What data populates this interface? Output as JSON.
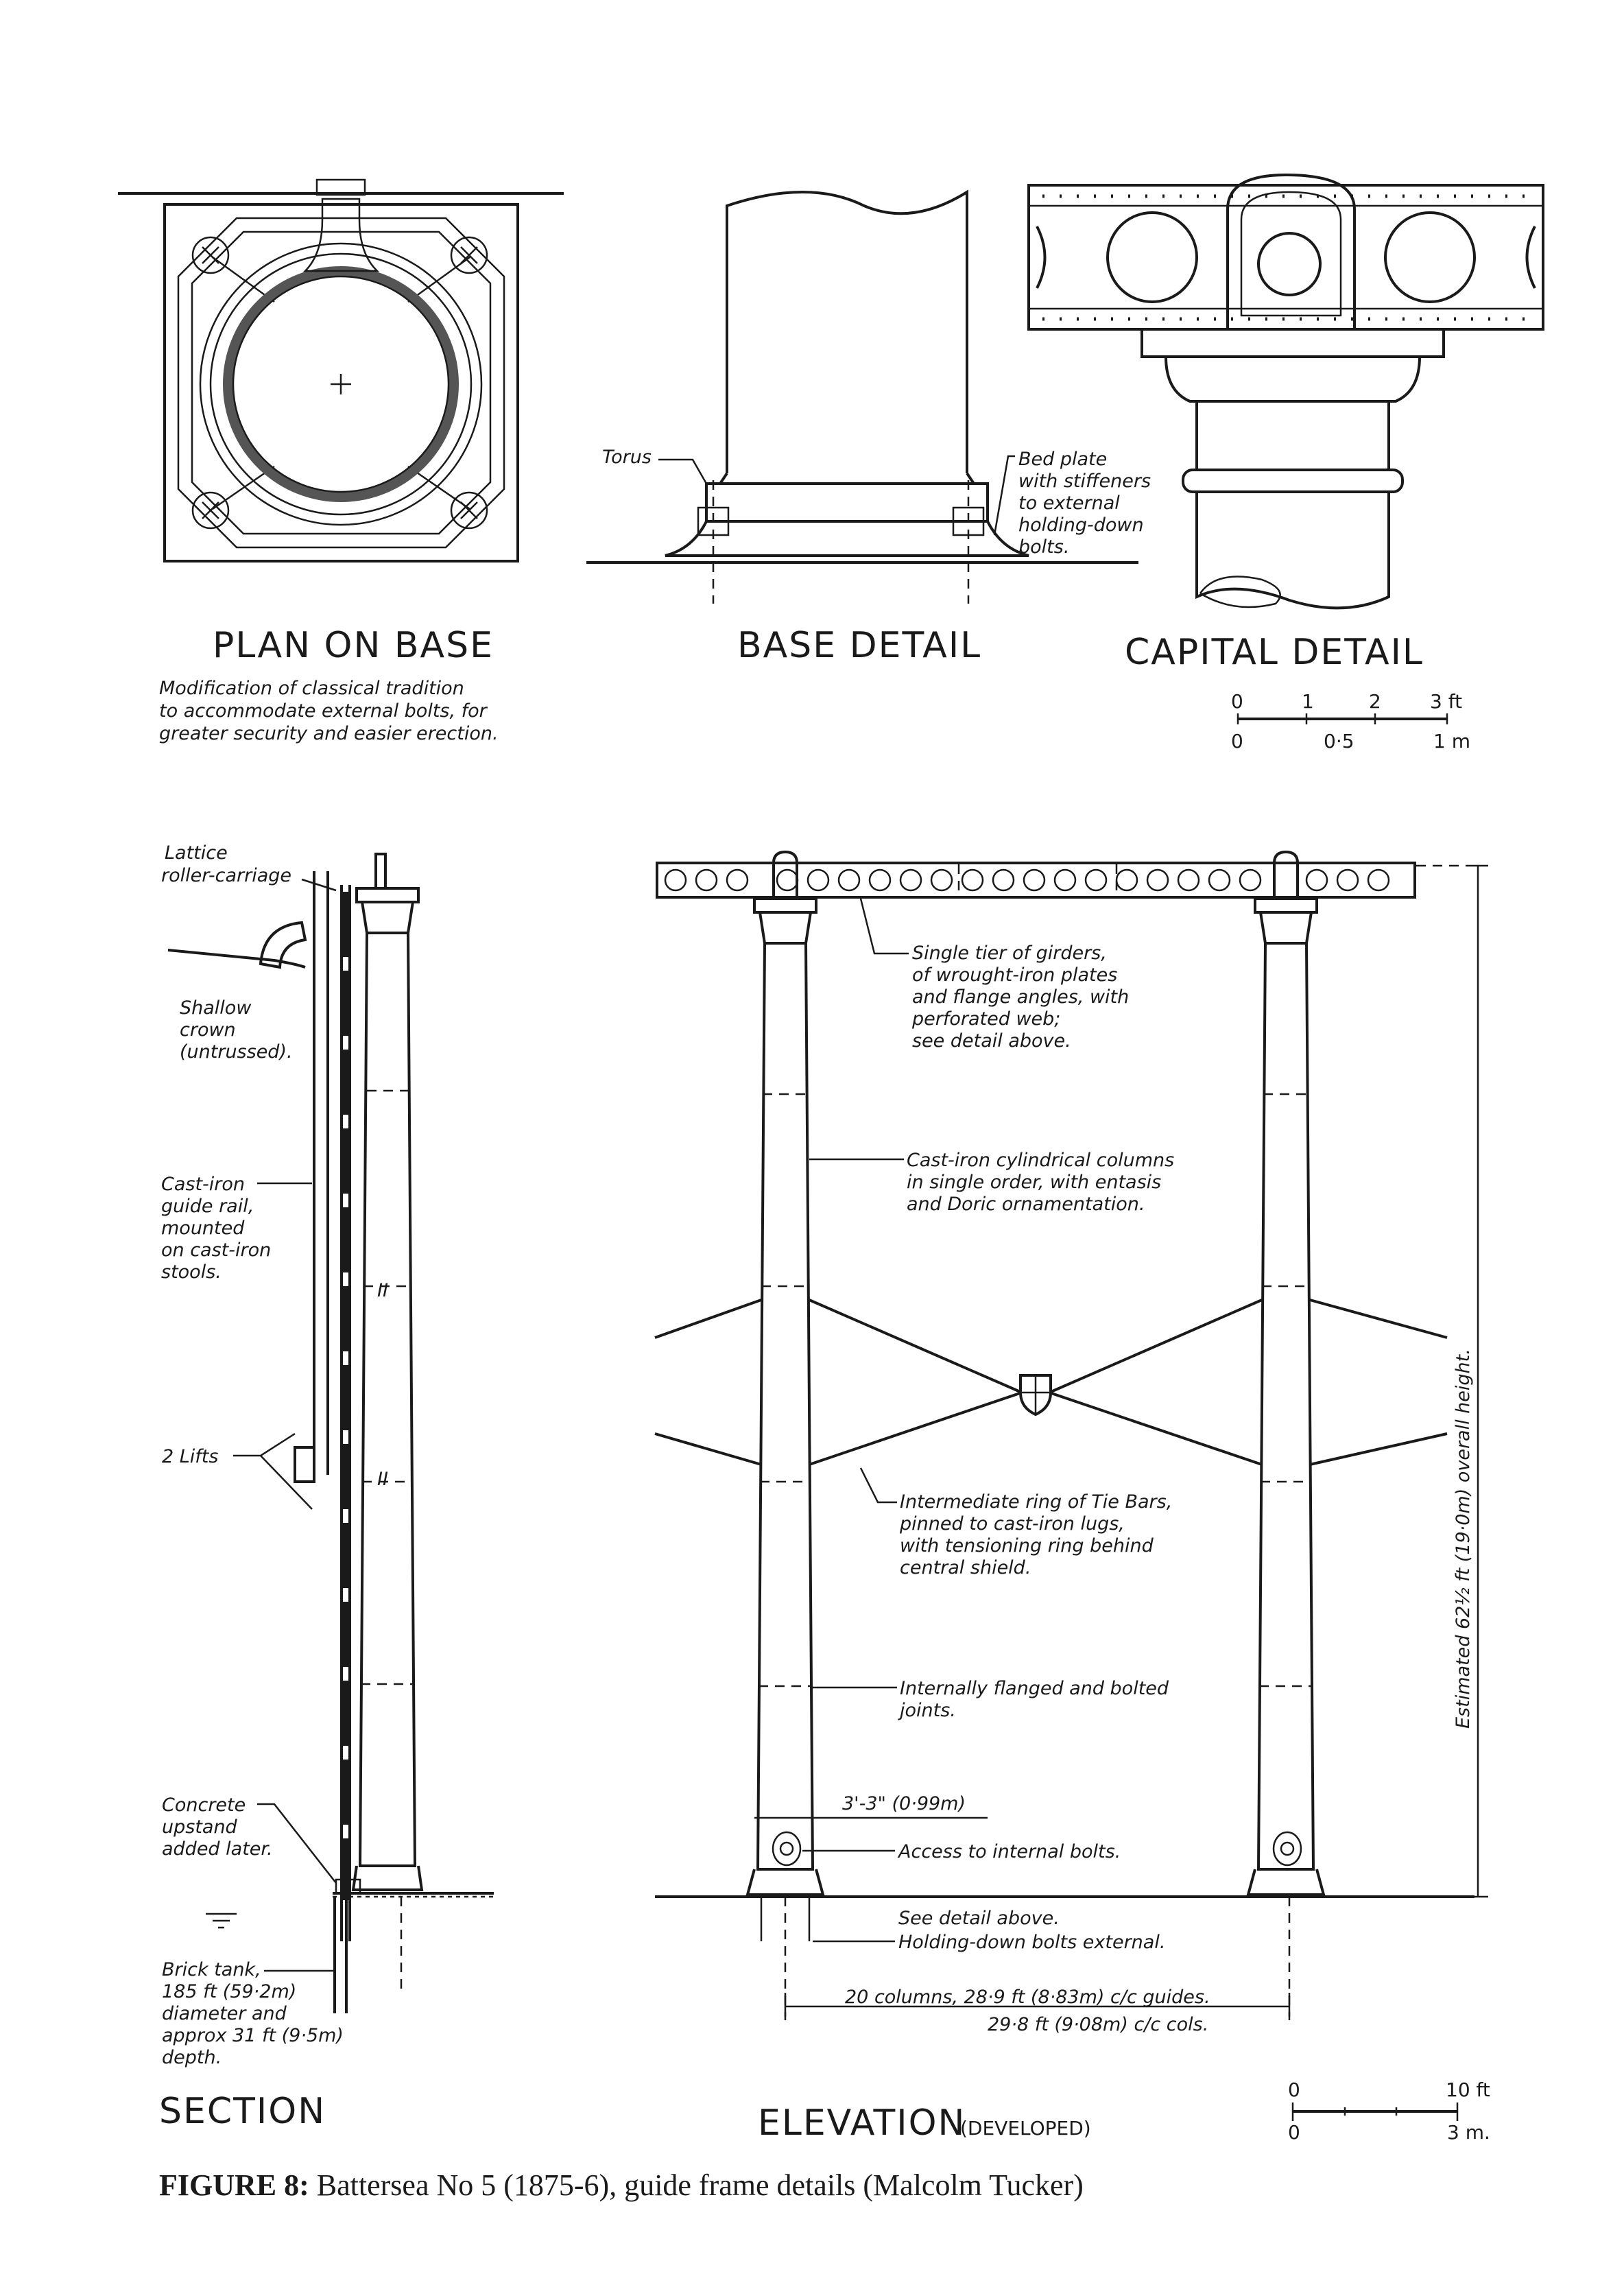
{
  "figure": {
    "caption_label": "FIGURE  8:",
    "caption_text": "Battersea No 5 (1875-6), guide frame details (Malcolm Tucker)"
  },
  "views": {
    "plan_on_base": {
      "title": "PLAN ON BASE",
      "note": [
        "Modification of classical tradition",
        "to accommodate external bolts, for",
        "greater security and easier erection."
      ]
    },
    "base_detail": {
      "title": "BASE DETAIL",
      "labels": {
        "torus": "Torus",
        "bed_plate": [
          "Bed plate",
          "with stiffeners",
          "to external",
          "holding-down",
          "bolts."
        ]
      }
    },
    "capital_detail": {
      "title": "CAPITAL DETAIL"
    },
    "section": {
      "title": "SECTION",
      "labels": {
        "lattice": [
          "Lattice",
          "roller-carriage"
        ],
        "crown": [
          "Shallow",
          "crown",
          "(untrussed)."
        ],
        "guide_rail": [
          "Cast-iron",
          "guide rail,",
          "mounted",
          "on cast-iron",
          "stools."
        ],
        "lifts": "2 Lifts",
        "concrete": [
          "Concrete",
          "upstand",
          "added later."
        ],
        "brick_tank": [
          "Brick tank,",
          "185 ft (59·2m)",
          "diameter and",
          "approx 31 ft (9·5m)",
          "depth."
        ],
        "mark": "II"
      }
    },
    "elevation": {
      "title": "ELEVATION",
      "subtitle": "(DEVELOPED)",
      "labels": {
        "girders": [
          "Single tier of girders,",
          "of wrought-iron plates",
          "and flange angles, with",
          "perforated web;",
          "see detail above."
        ],
        "columns": [
          "Cast-iron cylindrical columns",
          "in single order, with entasis",
          "and Doric ornamentation."
        ],
        "tie_bars": [
          "Intermediate ring of Tie Bars,",
          "pinned to cast-iron lugs,",
          "with tensioning ring behind",
          "central shield."
        ],
        "joints": [
          "Internally flanged and bolted",
          "joints."
        ],
        "diameter": "3'-3\" (0·99m)",
        "access": "Access to internal bolts.",
        "see_detail": "See detail above.",
        "holding_down": "Holding-down bolts external.",
        "spacing_guides": "20 columns, 28·9 ft (8·83m) c/c guides.",
        "spacing_cols": "29·8 ft (9·08m) c/c cols.",
        "height": "Estimated 62½ ft (19·0m) overall height."
      }
    }
  },
  "scales": {
    "detail_scale": {
      "feet": [
        "0",
        "1",
        "2",
        "3 ft"
      ],
      "metres": [
        "0",
        "0·5",
        "1 m"
      ]
    },
    "main_scale": {
      "feet": [
        "0",
        "10 ft"
      ],
      "metres": [
        "0",
        "3 m."
      ]
    }
  }
}
